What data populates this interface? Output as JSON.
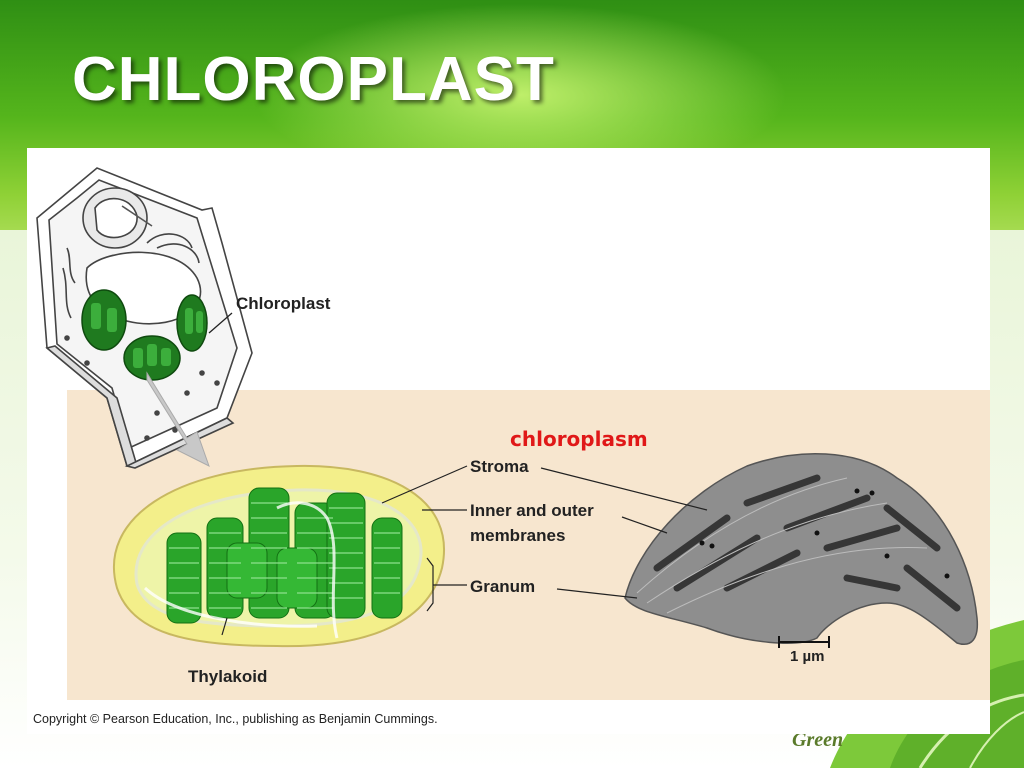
{
  "slide": {
    "title": "CHLOROPLAST",
    "decoration_text": "Green",
    "colors": {
      "header_green": "#2f8f14",
      "title_text": "#ffffff",
      "highlight_label": "#e01818",
      "chloroplast_green": "#2aa52a"
    }
  },
  "figure": {
    "labels": {
      "chloroplast": "Chloroplast",
      "chloroplasm": "chloroplasm",
      "stroma": "Stroma",
      "membranes_line1": "Inner and outer",
      "membranes_line2": "membranes",
      "granum": "Granum",
      "thylakoid": "Thylakoid",
      "scale_bar": "1 µm"
    },
    "copyright": "Copyright © Pearson Education, Inc., publishing as Benjamin Cummings."
  }
}
